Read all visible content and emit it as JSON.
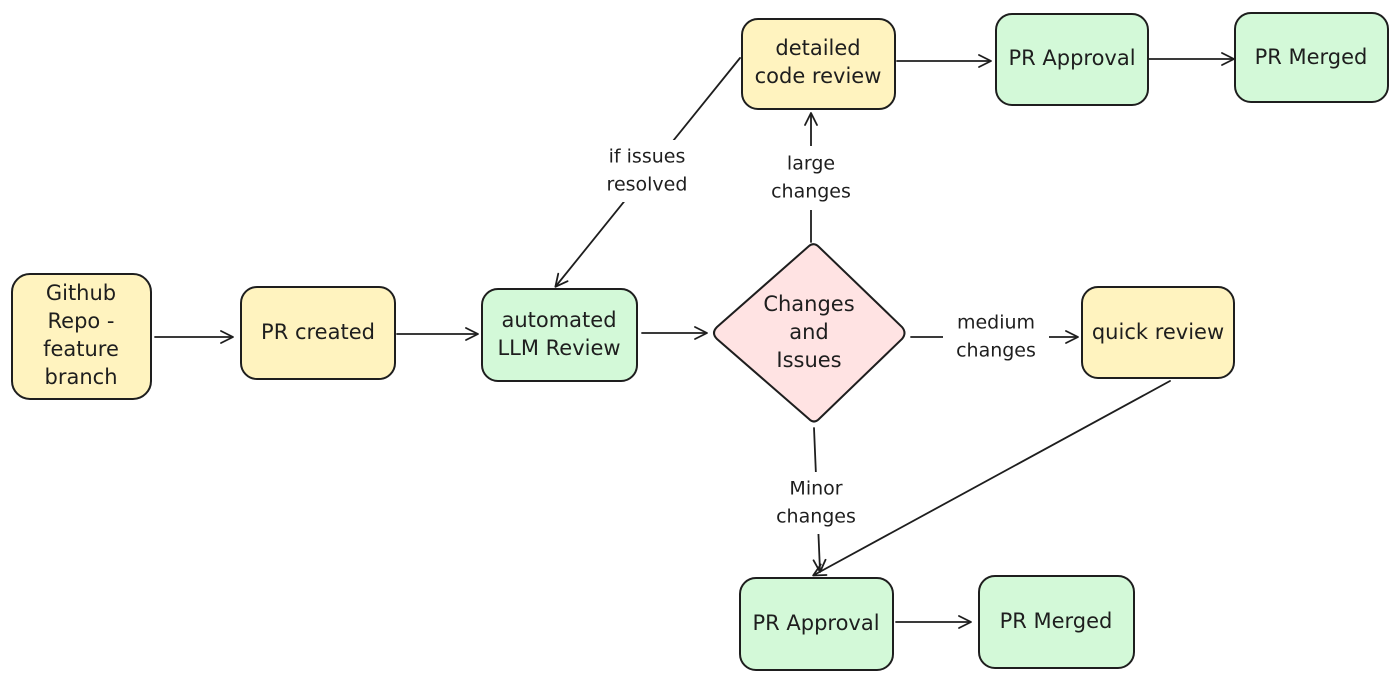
{
  "colors": {
    "yellow_fill": "#fff3bf",
    "green_fill": "#d3f9d8",
    "pink_fill": "#ffe3e3",
    "stroke": "#1e1e1e"
  },
  "nodes": {
    "github_repo": {
      "lines": [
        "Github",
        "Repo -",
        "feature",
        "branch"
      ],
      "fill": "yellow"
    },
    "pr_created": {
      "lines": [
        "PR created"
      ],
      "fill": "yellow"
    },
    "llm_review": {
      "lines": [
        "automated",
        "LLM Review"
      ],
      "fill": "green"
    },
    "decision": {
      "lines": [
        "Changes",
        "and",
        "Issues"
      ],
      "fill": "pink"
    },
    "detailed_review": {
      "lines": [
        "detailed",
        "code review"
      ],
      "fill": "yellow"
    },
    "pr_approval_top": {
      "lines": [
        "PR Approval"
      ],
      "fill": "green"
    },
    "pr_merged_top": {
      "lines": [
        "PR Merged"
      ],
      "fill": "green"
    },
    "quick_review": {
      "lines": [
        "quick review"
      ],
      "fill": "yellow"
    },
    "pr_approval_bottom": {
      "lines": [
        "PR Approval"
      ],
      "fill": "green"
    },
    "pr_merged_bottom": {
      "lines": [
        "PR Merged"
      ],
      "fill": "green"
    }
  },
  "edge_labels": {
    "large_changes": [
      "large",
      "changes"
    ],
    "medium_changes": [
      "medium",
      "changes"
    ],
    "minor_changes": [
      "Minor",
      "changes"
    ],
    "issues_resolved": [
      "if issues",
      "resolved"
    ]
  }
}
